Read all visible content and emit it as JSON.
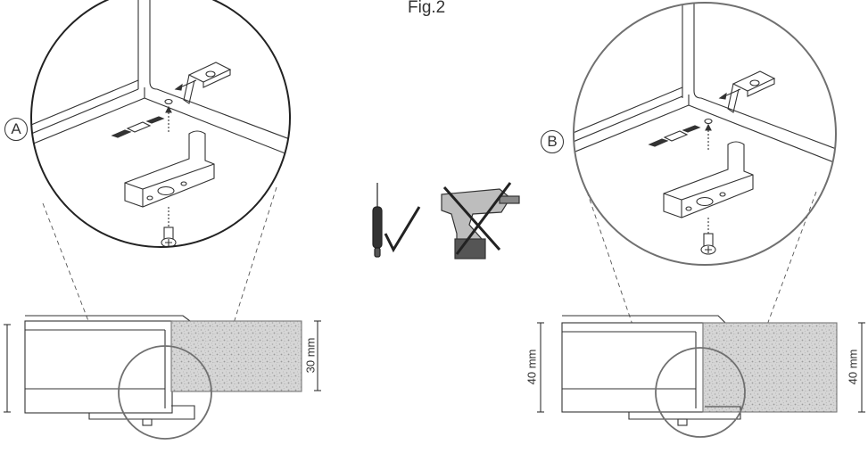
{
  "title": "Fig.2",
  "panels": [
    {
      "label": "A",
      "worktop_thickness": "30 mm"
    },
    {
      "label": "B",
      "cabinet_height": "40 mm",
      "worktop_thickness": "40 mm"
    }
  ],
  "tools": [
    {
      "icon": "screwdriver-icon",
      "status": "allowed",
      "mark": "check-icon"
    },
    {
      "icon": "power-drill-icon",
      "status": "not-allowed",
      "mark": "cross-icon"
    }
  ],
  "colors": {
    "line": "#333333",
    "worktop": "#d6d6d6",
    "magnifier": "#707070"
  }
}
